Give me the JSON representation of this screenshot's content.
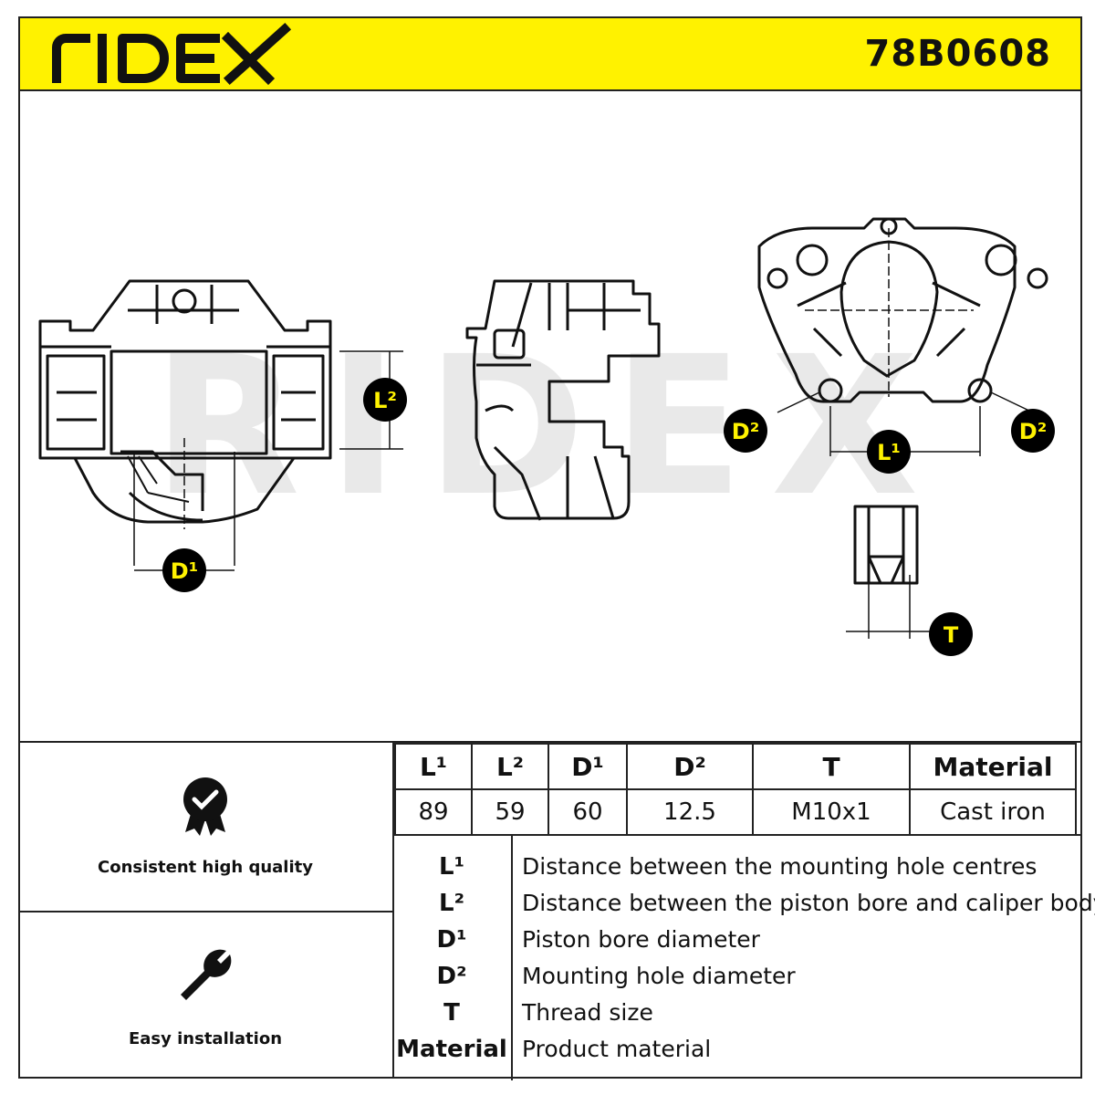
{
  "brand": {
    "name": "RIDEX",
    "part_number": "78B0608",
    "header_color": "#fff200"
  },
  "diagram": {
    "watermark": "RIDEX",
    "labels": {
      "L1": "L¹",
      "L2": "L²",
      "D1": "D¹",
      "D2": "D²",
      "T": "T"
    }
  },
  "features": [
    {
      "icon": "quality-badge-icon",
      "label": "Consistent high quality"
    },
    {
      "icon": "wrench-icon",
      "label": "Easy installation"
    }
  ],
  "spec_table": {
    "headers": [
      "L¹",
      "L²",
      "D¹",
      "D²",
      "T",
      "Material"
    ],
    "values": [
      "89",
      "59",
      "60",
      "12.5",
      "M10x1",
      "Cast iron"
    ]
  },
  "legend": [
    {
      "symbol": "L¹",
      "description": "Distance between the mounting hole centres"
    },
    {
      "symbol": "L²",
      "description": "Distance between the piston bore and caliper body"
    },
    {
      "symbol": "D¹",
      "description": "Piston bore diameter"
    },
    {
      "symbol": "D²",
      "description": "Mounting hole diameter"
    },
    {
      "symbol": "T",
      "description": "Thread size"
    },
    {
      "symbol": "Material",
      "description": "Product material"
    }
  ]
}
